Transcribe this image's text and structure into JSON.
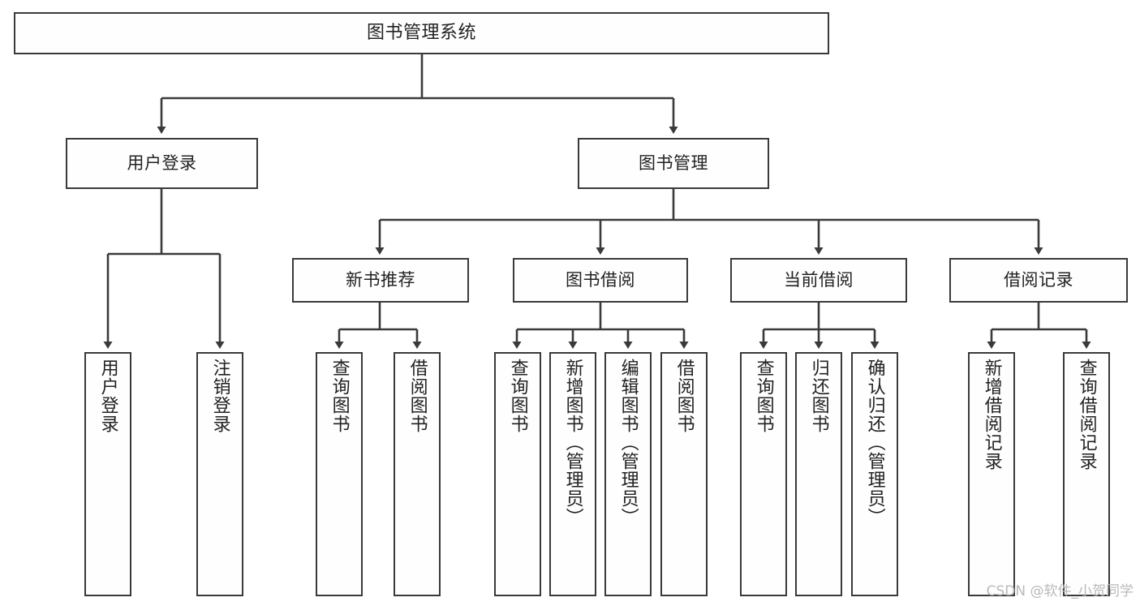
{
  "diagram": {
    "title": "图书管理系统",
    "type": "tree-hierarchy",
    "watermark": "CSDN @软件_小贺同学",
    "colors": {
      "stroke": "#3a3a3a",
      "fill": "#fefefe",
      "text": "#222222",
      "watermark": "#b9b9b9",
      "background": "#ffffff"
    },
    "levels": {
      "root": {
        "label": "图书管理系统"
      },
      "level2": [
        {
          "id": "user-login",
          "label": "用户登录"
        },
        {
          "id": "book-management",
          "label": "图书管理"
        }
      ],
      "level3": [
        {
          "id": "new-book-recommend",
          "label": "新书推荐"
        },
        {
          "id": "book-borrow",
          "label": "图书借阅"
        },
        {
          "id": "current-borrow",
          "label": "当前借阅"
        },
        {
          "id": "borrow-record",
          "label": "借阅记录"
        }
      ],
      "leaves": {
        "user_login": [
          {
            "id": "leaf-user-login",
            "label": "用户登录"
          },
          {
            "id": "leaf-logout",
            "label": "注销登录"
          }
        ],
        "new_book_recommend": [
          {
            "id": "leaf-query-book-1",
            "label": "查询图书"
          },
          {
            "id": "leaf-borrow-book-1",
            "label": "借阅图书"
          }
        ],
        "book_borrow": [
          {
            "id": "leaf-query-book-2",
            "label": "查询图书"
          },
          {
            "id": "leaf-add-book",
            "label": "新增图书（管理员）"
          },
          {
            "id": "leaf-edit-book",
            "label": "编辑图书（管理员）"
          },
          {
            "id": "leaf-borrow-book-2",
            "label": "借阅图书"
          }
        ],
        "current_borrow": [
          {
            "id": "leaf-query-book-3",
            "label": "查询图书"
          },
          {
            "id": "leaf-return-book",
            "label": "归还图书"
          },
          {
            "id": "leaf-confirm-return",
            "label": "确认归还（管理员）"
          }
        ],
        "borrow_record": [
          {
            "id": "leaf-add-record",
            "label": "新增借阅记录"
          },
          {
            "id": "leaf-query-record",
            "label": "查询借阅记录"
          }
        ]
      }
    }
  }
}
